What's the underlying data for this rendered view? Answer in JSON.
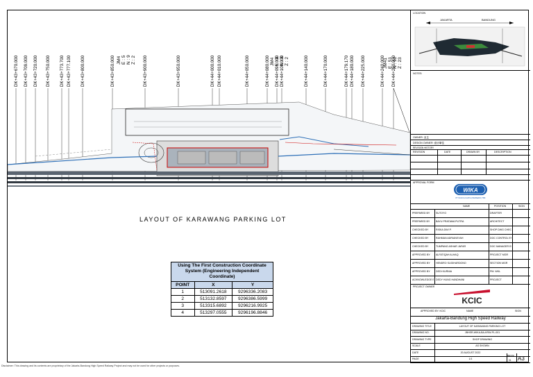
{
  "stations_left": [
    "DK+43+670.000",
    "DK+43+709.000",
    "DK+43+720.000",
    "DK+43+750.000",
    "DK+43+773.700",
    "DK+43+777.100",
    "DK+43+800.000"
  ],
  "stations_mid": [
    "DK+43+850.000",
    "DK+43+900.000",
    "DK+43+950.000",
    "DK+44+000.000",
    "DK+44+010.000",
    "DK+44+050.000",
    "DK+44+080.000",
    "DK+44+095.000",
    "DK+44+100.000"
  ],
  "stations_right": [
    "DK+44+140.000",
    "DK+44+170.000",
    "DK+44+179.170",
    "DK+44+180.000",
    "DK+44+225.000",
    "DK+44+240.000",
    "DK+44+290.000"
  ],
  "jm_markers": [
    {
      "id": "JM4",
      "lines": [
        "E : 5",
        "N : 9",
        "Z : 2"
      ]
    },
    {
      "id": "JM4",
      "lines": [
        "E : 8",
        "N : 8",
        "Z : 2"
      ]
    },
    {
      "id": "JM41",
      "lines": [
        "E : 51",
        "N : 92",
        "Z : 23"
      ]
    }
  ],
  "layout_title": "LAYOUT OF KARAWANG PARKING LOT",
  "coord_table": {
    "header": "Using The First Construction Coordinate System (Engineering Independent Coordinate)",
    "columns": [
      "POINT",
      "X",
      "Y"
    ],
    "rows": [
      [
        "1",
        "513091.2618",
        "9296336.2083"
      ],
      [
        "2",
        "513132.8597",
        "9296386.5999"
      ],
      [
        "3",
        "513315.6892",
        "9296216.9925"
      ],
      [
        "4",
        "513297.0555",
        "9296196.8846"
      ]
    ]
  },
  "title_block": {
    "location_label": "LOCATION",
    "key_left": "JAKARTA",
    "key_right": "BANDUNG",
    "notes_label": "NOTES:",
    "owner_rows": [
      "OWNER: 业主",
      "DESIGN OWNER: 设计单位"
    ],
    "revision_label": "REVISION HISTORY",
    "revision_cols": [
      "REVISION",
      "DATE",
      "DRAWN BY",
      "DESCRIPTION"
    ],
    "approval_label": "APPROVAL FORM",
    "contractor_logo": "WIKA",
    "contractor_sub": "PT WIJAYA KARYA (PERSERO) TBK",
    "sign_cols": [
      "NAME",
      "POSITION",
      "SIGN"
    ],
    "sign_rows": [
      [
        "PREPARED BY",
        "SUTOYO",
        "DRAFTER"
      ],
      [
        "PREPARED BY",
        "BAYU PRATAMA PUTRA",
        "ARCHITECT"
      ],
      [
        "CHECKED BY",
        "RISKA DWI P.",
        "SHOP DWG CHECK"
      ],
      [
        "CHECKED BY",
        "RAHMAN ADRIANSYAH",
        "DOC CONTROL ENG"
      ],
      [
        "CHECKED BY",
        "TUMPANG ASHAR JAFAR",
        "DOC MANAGER ENG"
      ],
      [
        "APPROVED BY",
        "ALFATIQAH ALHAQ",
        "PROJECT MGR"
      ],
      [
        "APPROVED BY",
        "HENDRO SUGIHARDONO",
        "SECTION MGR"
      ],
      [
        "APPROVED BY",
        "DEDI KURNIA",
        "PM. WKL"
      ],
      [
        "ACKNOWLEDGE BY",
        "DEDY HUNG HANDHANI",
        "PROJECT"
      ]
    ],
    "project_owner_label": "PROJECT OWNER",
    "owner_logo": "KCIC",
    "approved_row": [
      "APPROVED BY: KCIC",
      "NAME",
      "SIGN"
    ],
    "project_name": "Jakarta-Bandung High Speed Railway",
    "info_rows": [
      [
        "DRAWING TITLE",
        "LAYOUT OF KARAWANG PARKING LOT"
      ],
      [
        "DRAWING NO.",
        "JBHSR-WIKA-BA-KRW-PL-001"
      ],
      [
        "DRAWING TYPE",
        "SHOP DRAWING"
      ],
      [
        "SCALE",
        "AS SHOWN"
      ],
      [
        "DATE",
        "20 AUGUST 2022"
      ],
      [
        "PAGE",
        "1/1"
      ]
    ],
    "sheet_size": "A3",
    "rev_label": "REVISI",
    "rev_value": "01"
  },
  "disclaimer": "Disclaimer: This drawing and its contents are proprietary of the Jakarta-Bandung High Speed Railway Project and may not be used for other projects or purposes."
}
